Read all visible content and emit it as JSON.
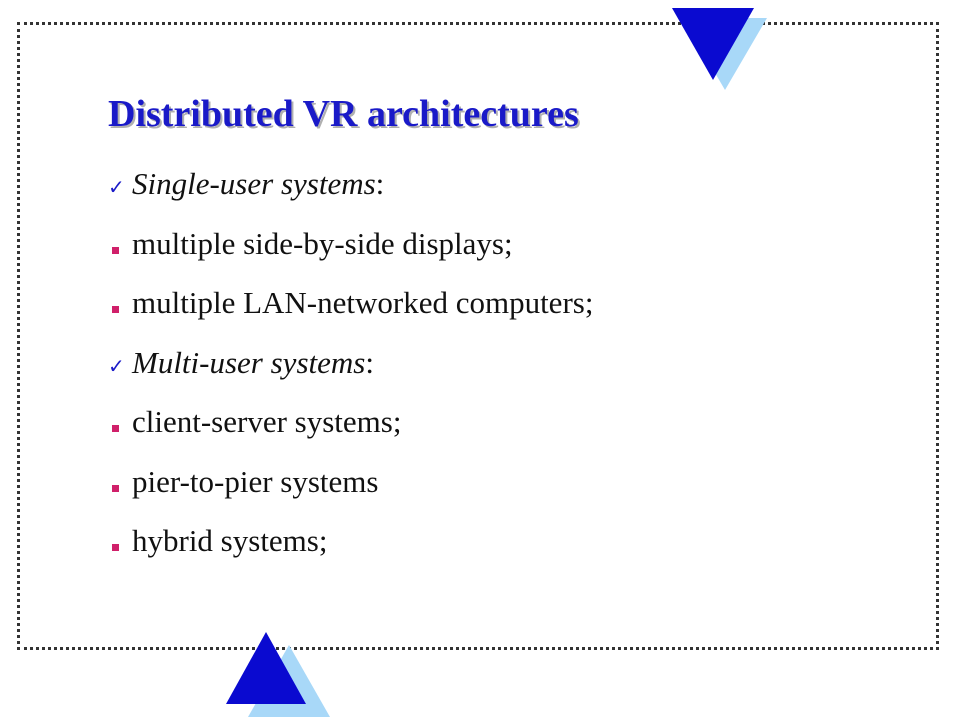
{
  "title": "Distributed VR architectures",
  "items": [
    {
      "kind": "check",
      "text": "Single-user systems",
      "suffix": ":",
      "italic": true
    },
    {
      "kind": "square",
      "text": "multiple side-by-side displays;",
      "suffix": "",
      "italic": false
    },
    {
      "kind": "square",
      "text": "multiple LAN-networked computers;",
      "suffix": "",
      "italic": false
    },
    {
      "kind": "check",
      "text": "Multi-user systems",
      "suffix": ":",
      "italic": true
    },
    {
      "kind": "square",
      "text": "client-server systems;",
      "suffix": "",
      "italic": false
    },
    {
      "kind": "square",
      "text": "pier-to-pier systems",
      "suffix": "",
      "italic": false
    },
    {
      "kind": "square",
      "text": "hybrid systems;",
      "suffix": "",
      "italic": false
    }
  ],
  "icons": {
    "check": "checkmark-icon",
    "square": "square-bullet-icon",
    "triangle_down": "triangle-down-icon",
    "triangle_up": "triangle-up-icon"
  },
  "colors": {
    "title": "#1a1ac8",
    "triangle_main": "#0a0ad0",
    "triangle_shadow": "#a8d8f8",
    "check": "#1a1ac8",
    "square_bullet": "#d0206a",
    "text": "#111111",
    "frame": "#333333"
  }
}
